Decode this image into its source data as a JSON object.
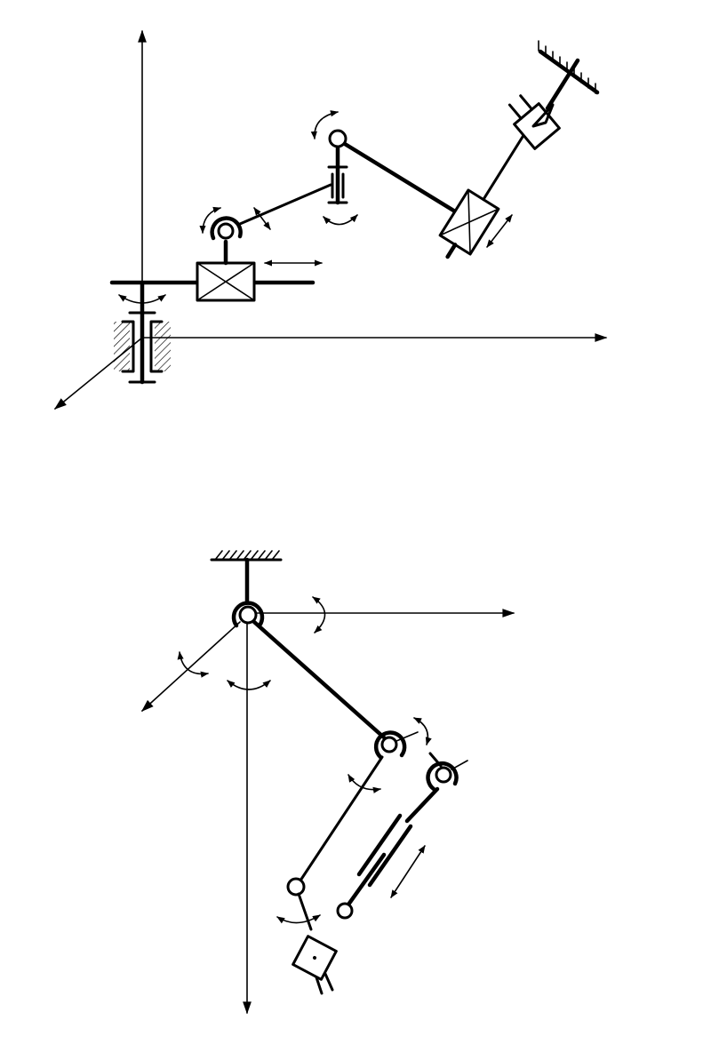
{
  "figure": {
    "diagrams": [
      {
        "id": "top",
        "kind": "kinematic-scheme",
        "joints": [
          "revolute-base",
          "prismatic",
          "revolute",
          "revolute",
          "revolute",
          "prismatic",
          "gripper"
        ]
      },
      {
        "id": "bottom",
        "kind": "kinematic-scheme",
        "joints": [
          "spherical-base",
          "spherical",
          "spherical",
          "prismatic-cylinder",
          "revolute",
          "revolute",
          "gripper"
        ]
      }
    ],
    "colors": {
      "ink": "#000000",
      "paper": "#ffffff"
    }
  }
}
